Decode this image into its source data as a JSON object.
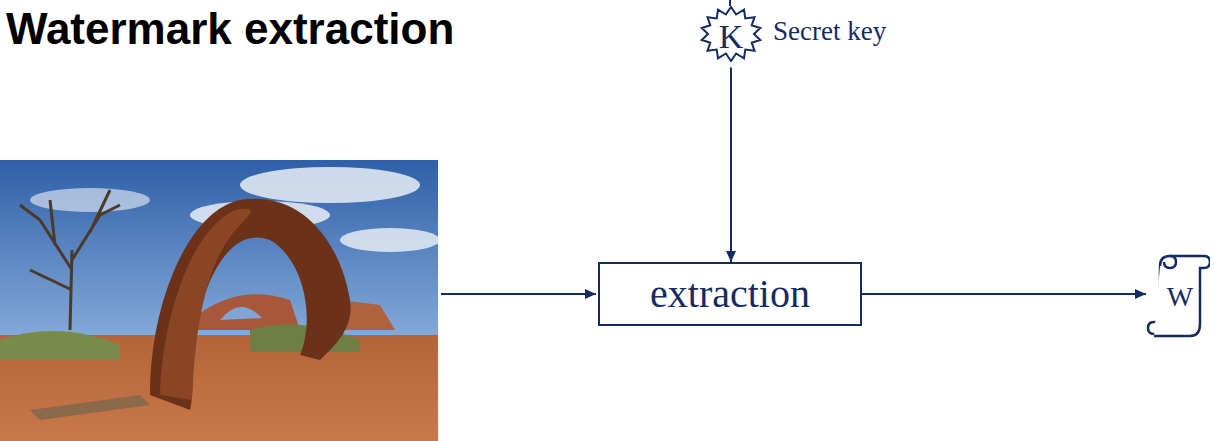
{
  "diagram": {
    "title": "Watermark extraction",
    "nodes": [
      {
        "text": [
          "K"
        ]
      },
      {
        "text": [
          "extraction"
        ]
      },
      {
        "text": [
          "W"
        ]
      }
    ],
    "edges": [
      {
        "from": 0,
        "to": 1,
        "arrow": "to"
      },
      {
        "from": 1,
        "to": 2,
        "arrow": "to"
      }
    ],
    "labels": [
      "Secret key"
    ]
  }
}
